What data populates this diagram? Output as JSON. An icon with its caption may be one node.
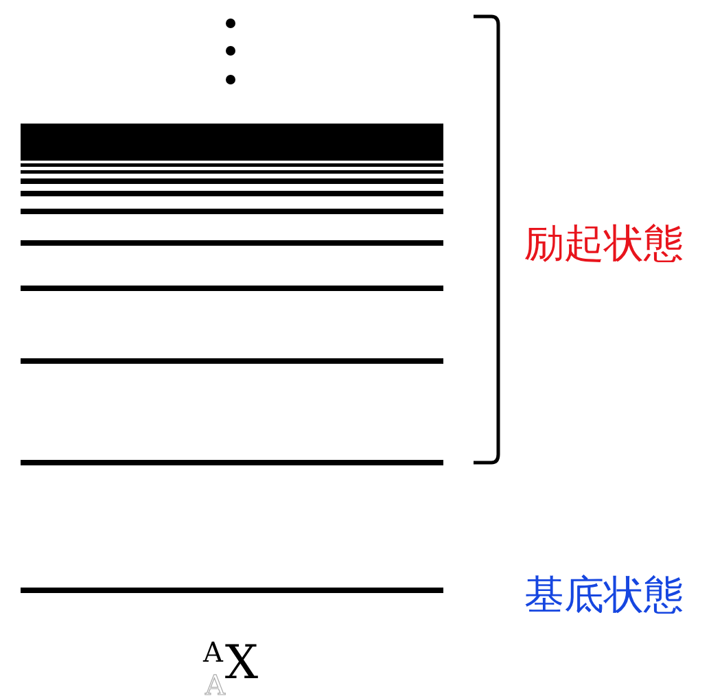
{
  "diagram": {
    "labels": [
      "励起状態",
      "基底状態",
      "$^{A}$$_{A}$X"
    ]
  }
}
